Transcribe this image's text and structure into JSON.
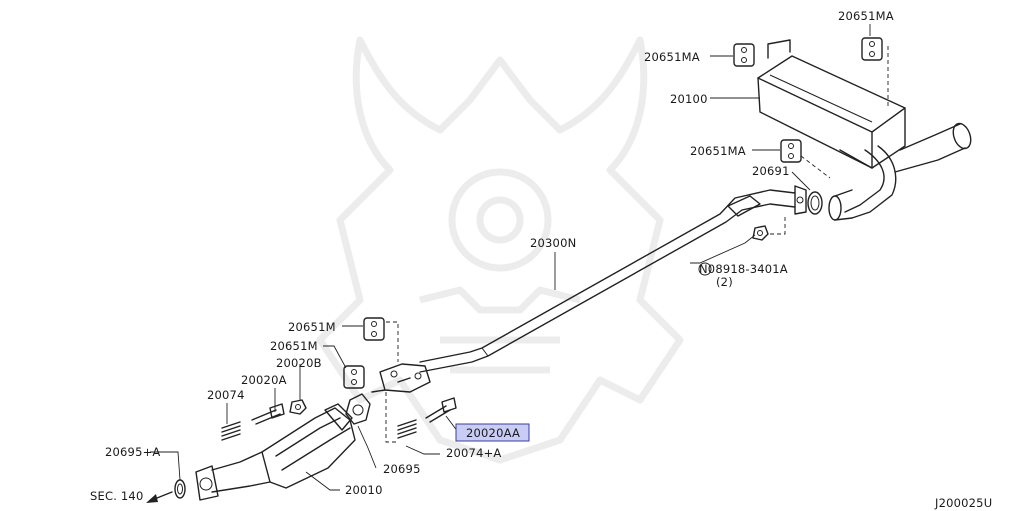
{
  "diagram": {
    "code": "J200025U",
    "labels": {
      "p20651MA_top": "20651MA",
      "p20651MA_left": "20651MA",
      "p20100": "20100",
      "p20651MA_mid": "20651MA",
      "p20691": "20691",
      "p20300N": "20300N",
      "p08918": "N08918-3401A",
      "p08918_qty": "(2)",
      "p20651M_a": "20651M",
      "p20651M_b": "20651M",
      "p20020B": "20020B",
      "p20020A": "20020A",
      "p20074": "20074",
      "p20020AA": "20020AA",
      "p20695A": "20695+A",
      "p20074A": "20074+A",
      "p20695": "20695",
      "p20010": "20010",
      "sec140": "SEC. 140"
    }
  }
}
